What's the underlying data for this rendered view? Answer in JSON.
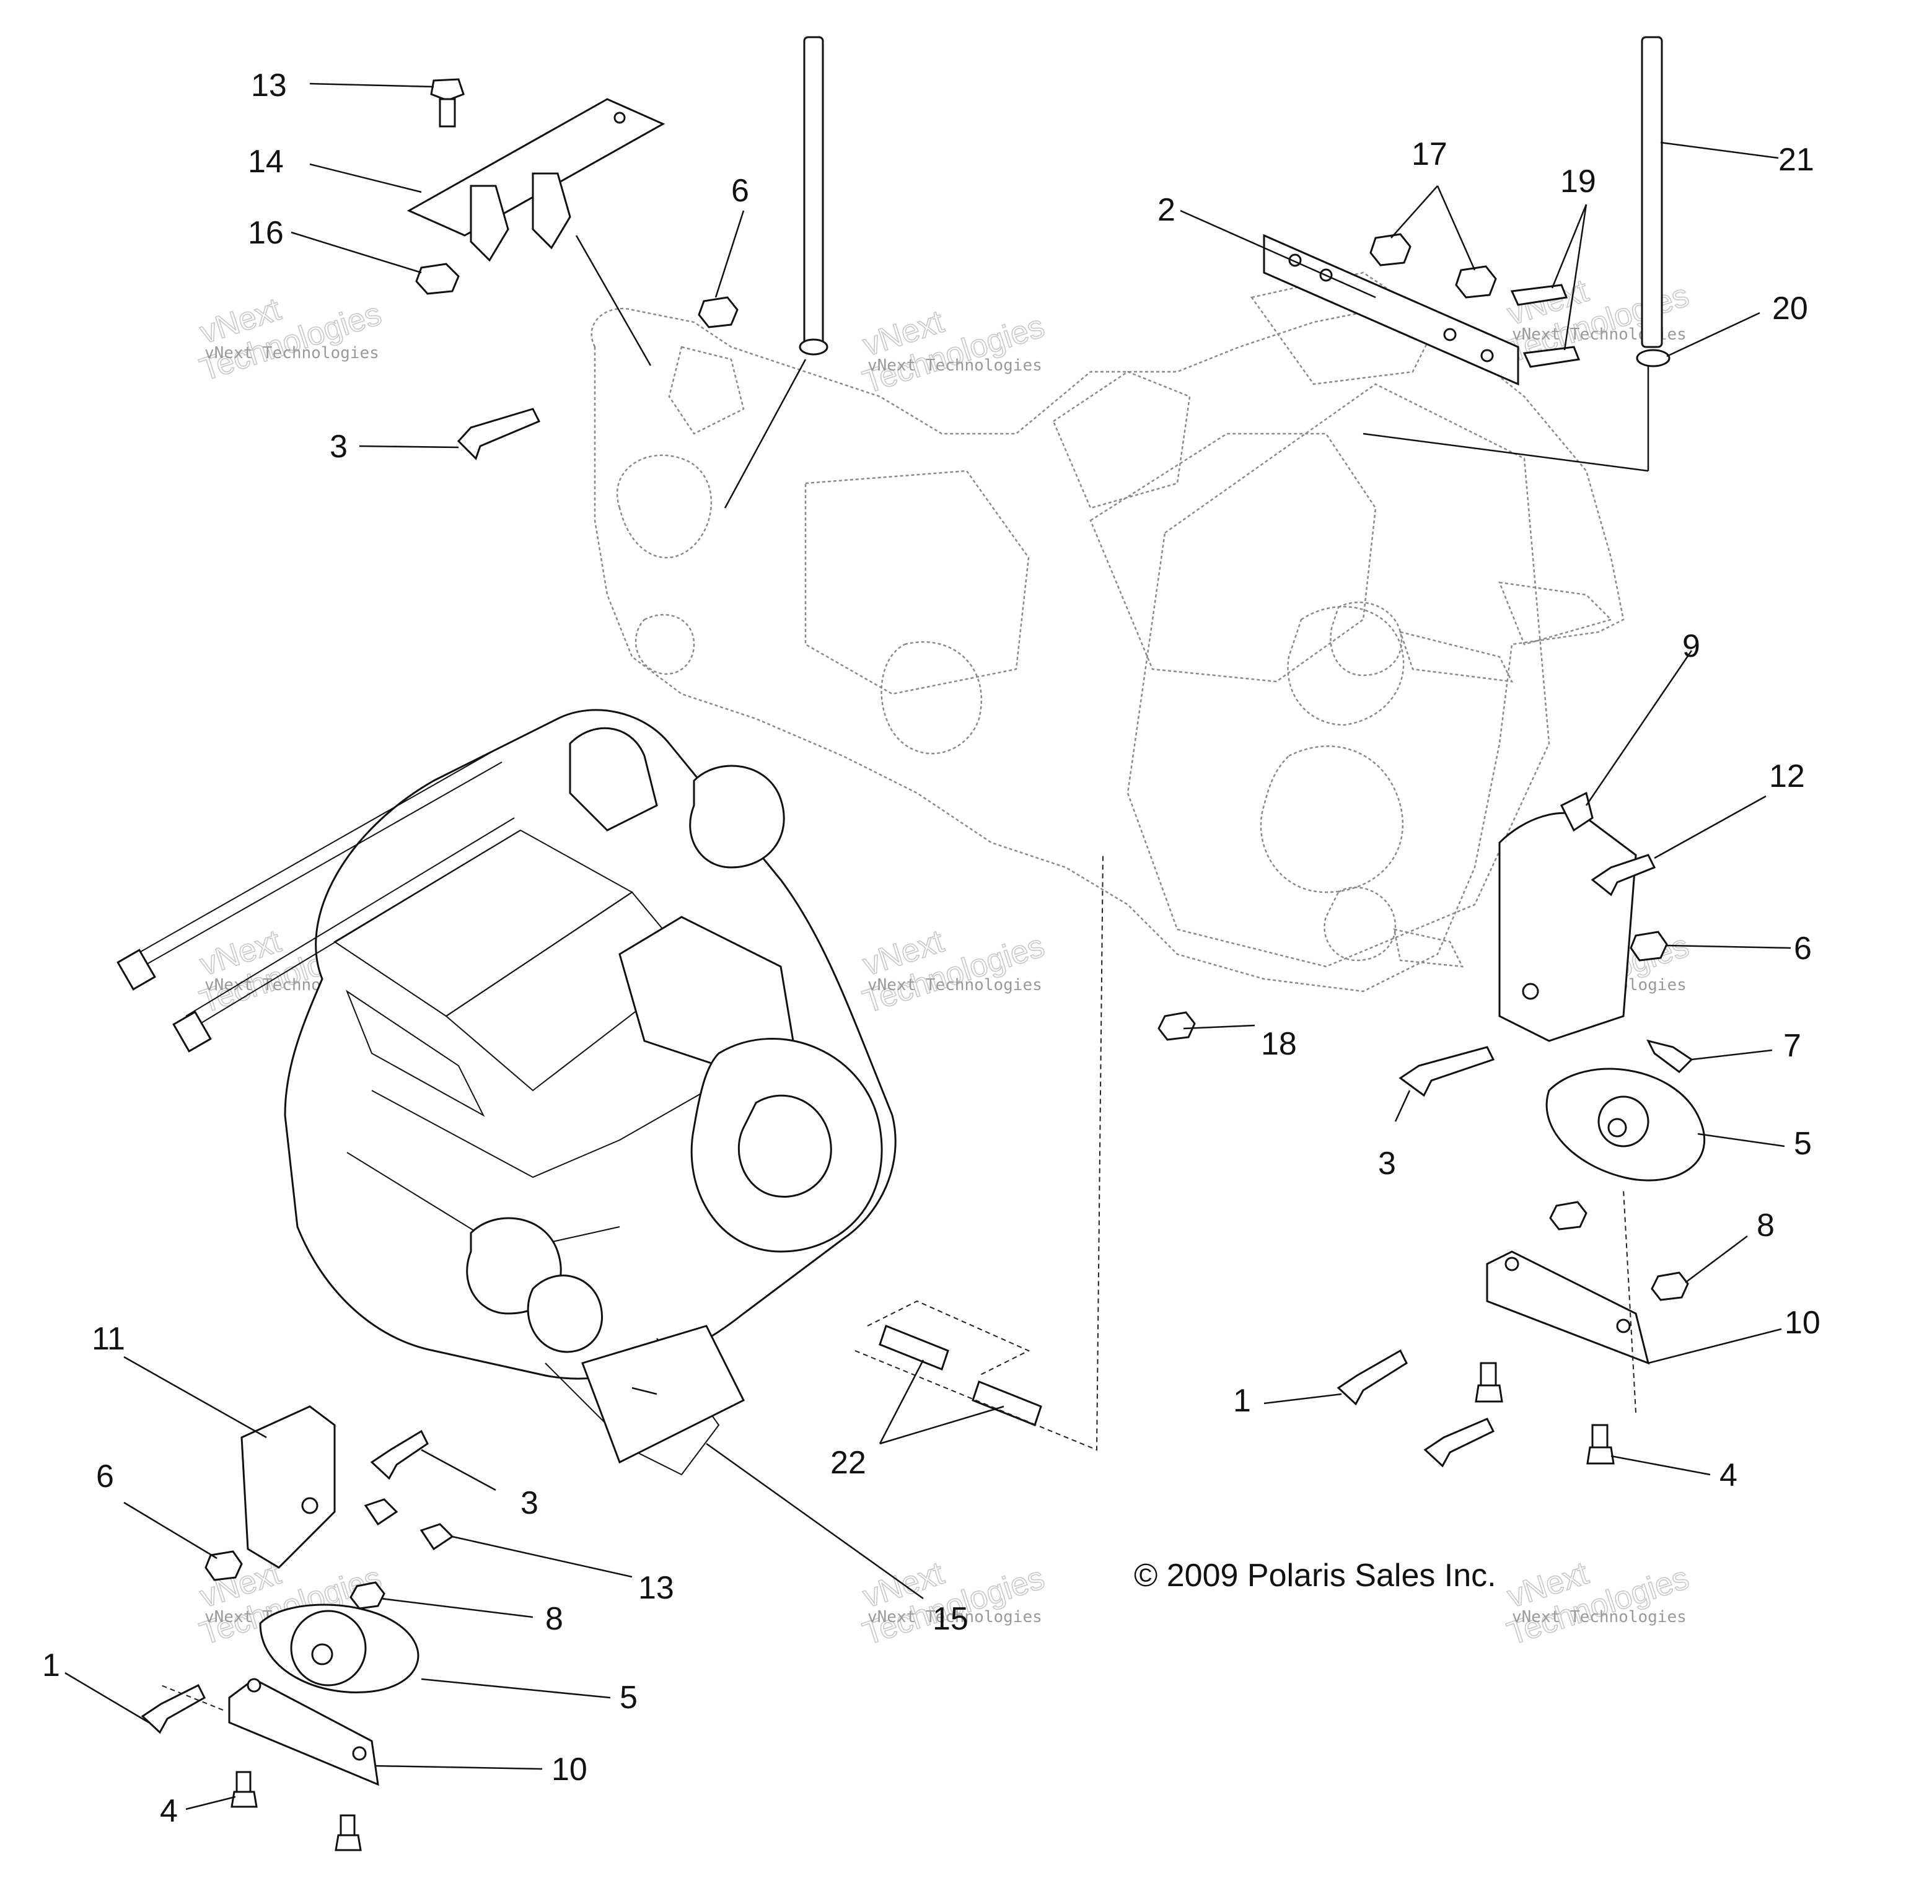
{
  "callouts": {
    "c1a": "1",
    "c1b": "1",
    "c2": "2",
    "c3a": "3",
    "c3b": "3",
    "c3c": "3",
    "c4a": "4",
    "c4b": "4",
    "c5a": "5",
    "c5b": "5",
    "c6a": "6",
    "c6b": "6",
    "c6c": "6",
    "c7": "7",
    "c8a": "8",
    "c8b": "8",
    "c9": "9",
    "c10a": "10",
    "c10b": "10",
    "c11": "11",
    "c12": "12",
    "c13a": "13",
    "c13b": "13",
    "c14": "14",
    "c15": "15",
    "c16": "16",
    "c17": "17",
    "c18": "18",
    "c19": "19",
    "c20": "20",
    "c21": "21",
    "c22": "22"
  },
  "copyright": "© 2009 Polaris Sales Inc.",
  "watermark": {
    "line_small": "vNext Technologies",
    "line_large_top": "vNext",
    "line_large_bottom": "Technologies"
  }
}
